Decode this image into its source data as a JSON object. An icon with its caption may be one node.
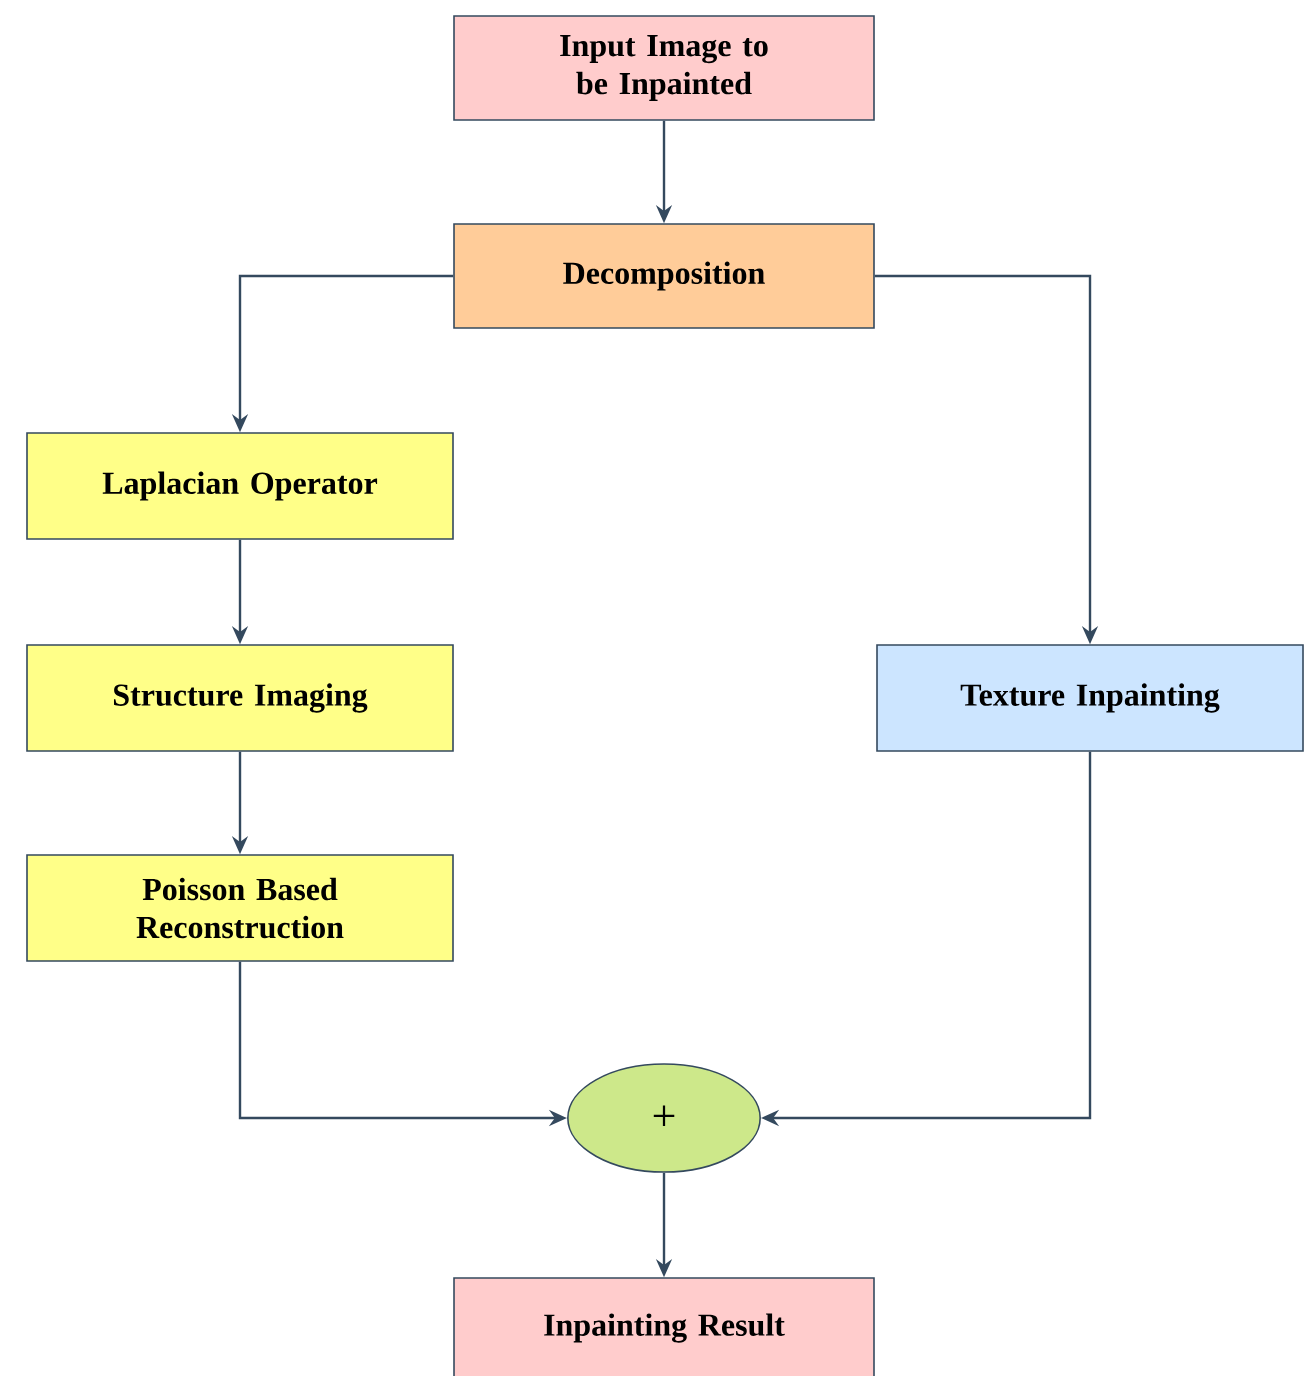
{
  "diagram": {
    "nodes": [
      {
        "text": [
          "Input Image to be Inpainted"
        ]
      },
      {
        "text": [
          "Decomposition"
        ]
      },
      {
        "text": [
          "Laplacian Operator"
        ]
      },
      {
        "text": [
          "Structure Imaging"
        ]
      },
      {
        "text": [
          "Poisson Based Reconstruction"
        ]
      },
      {
        "text": [
          "Texture Inpainting"
        ]
      },
      {
        "text": [
          "+"
        ]
      },
      {
        "text": [
          "Inpainting Result"
        ]
      }
    ],
    "edges": [
      {
        "from": 0,
        "to": 1,
        "arrow": "to"
      },
      {
        "from": 1,
        "to": 2,
        "arrow": "to"
      },
      {
        "from": 1,
        "to": 5,
        "arrow": "to"
      },
      {
        "from": 2,
        "to": 3,
        "arrow": "to"
      },
      {
        "from": 3,
        "to": 4,
        "arrow": "to"
      },
      {
        "from": 4,
        "to": 6,
        "arrow": "to"
      },
      {
        "from": 5,
        "to": 6,
        "arrow": "to"
      },
      {
        "from": 6,
        "to": 7,
        "arrow": "to"
      }
    ]
  }
}
